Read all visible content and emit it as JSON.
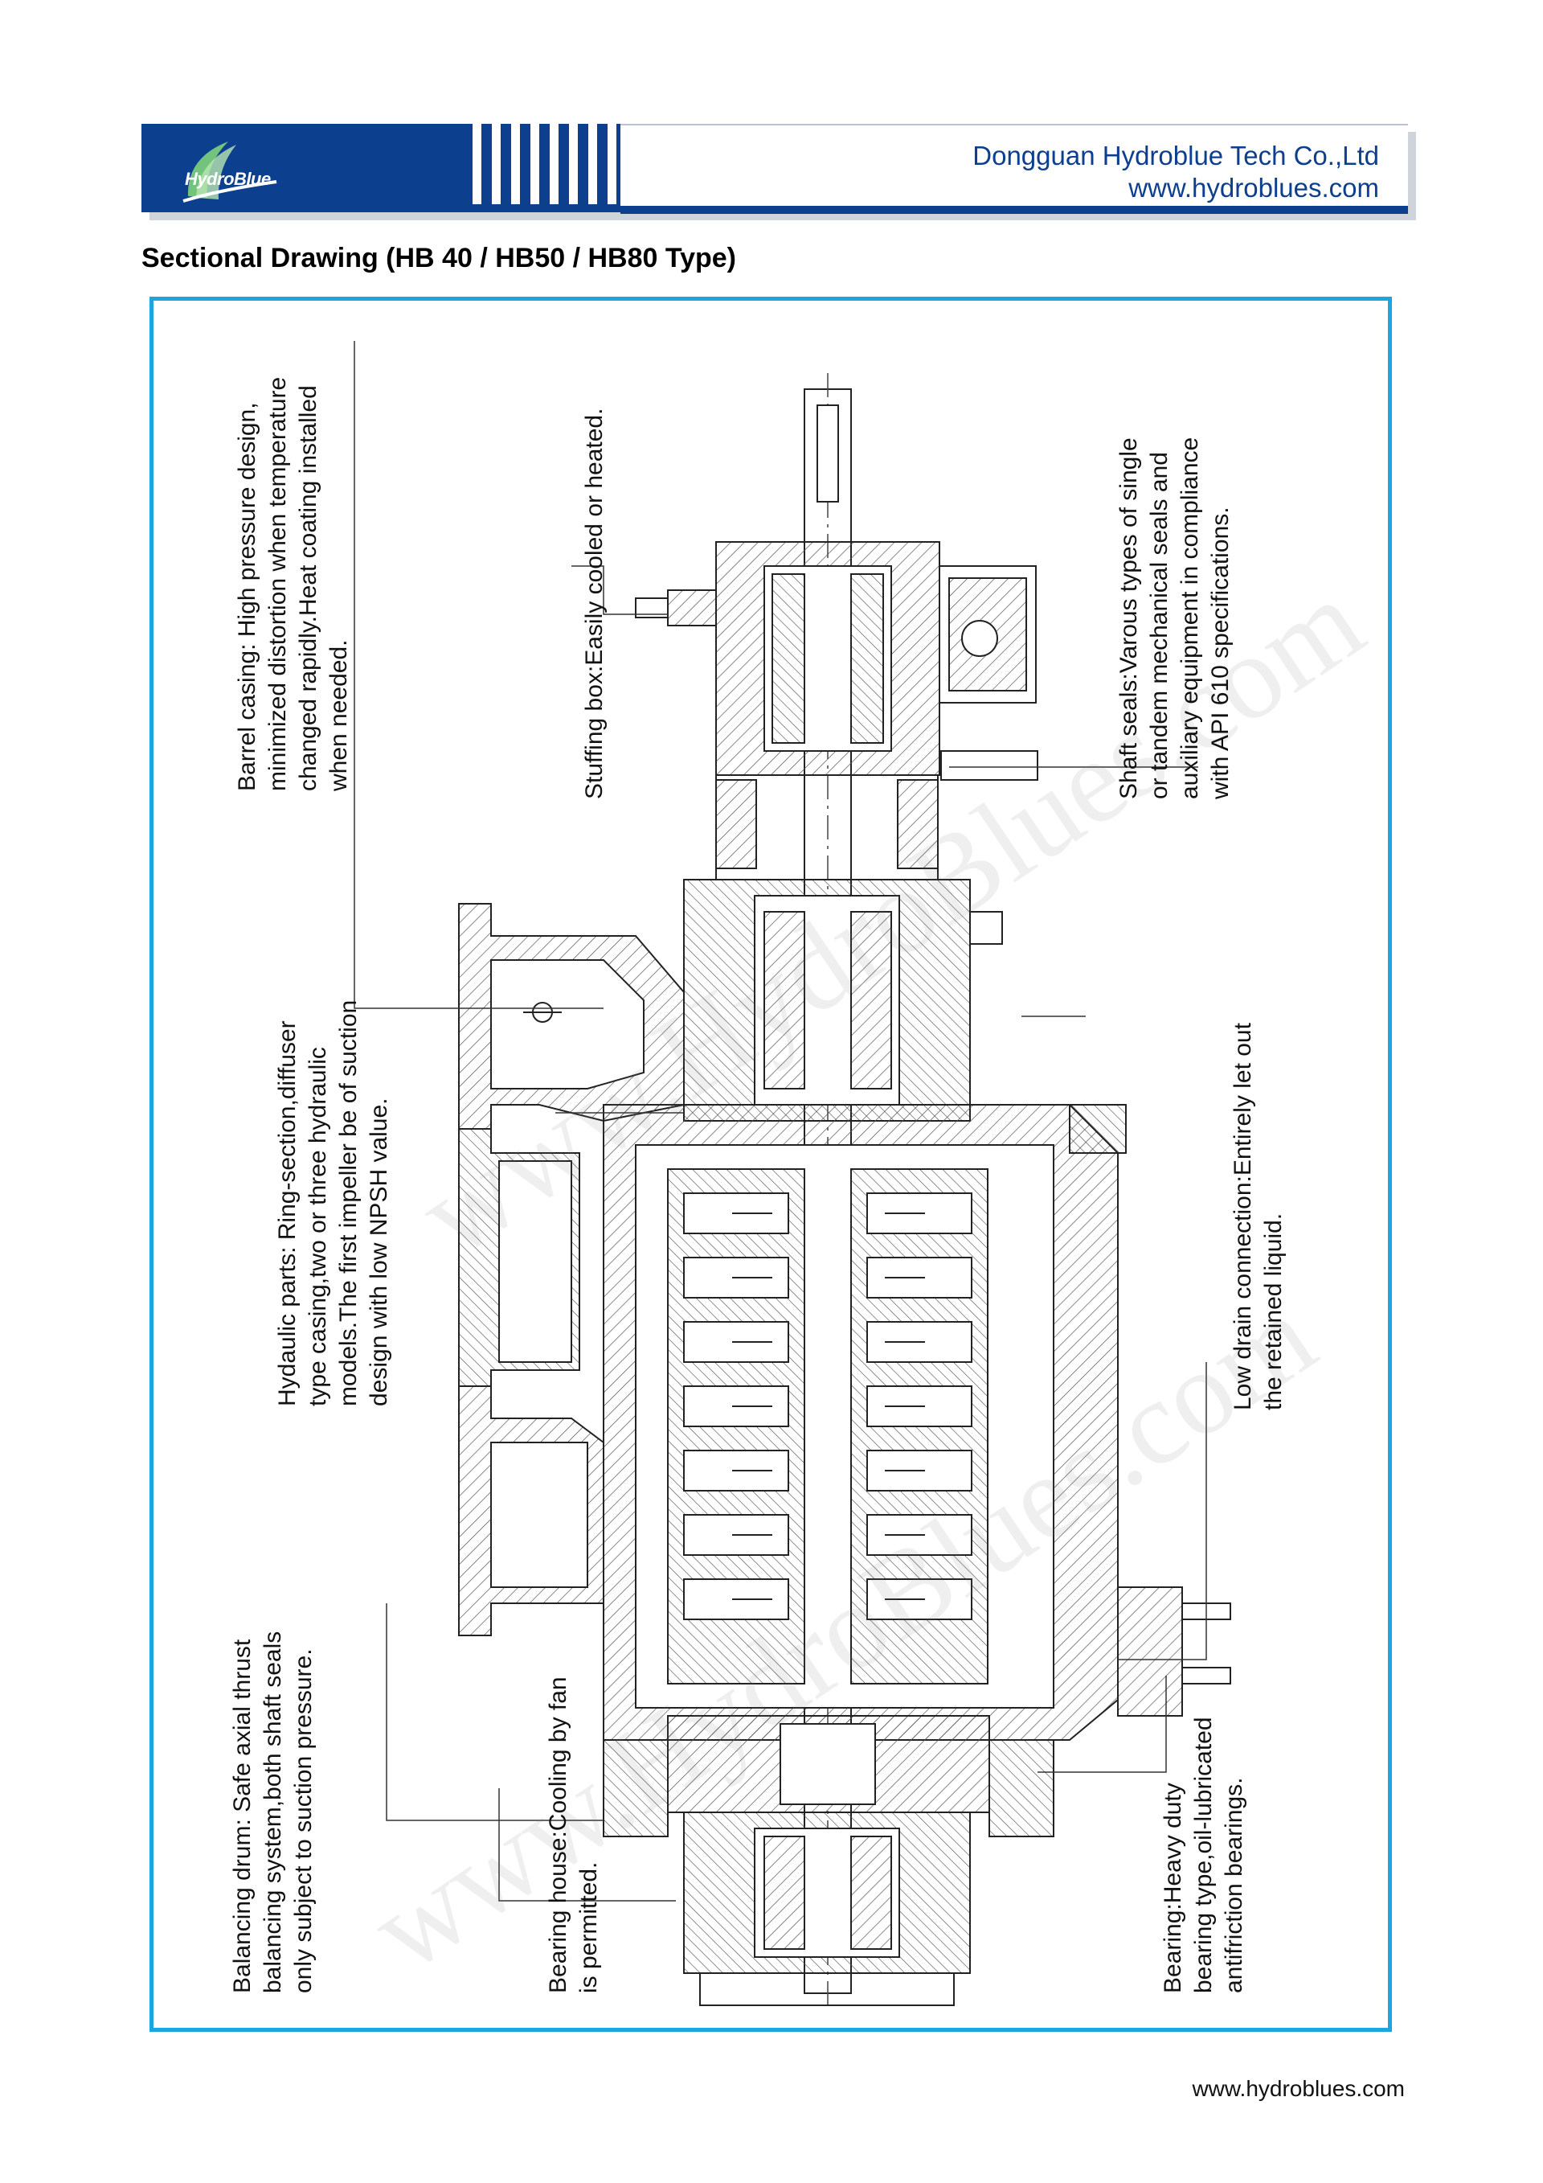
{
  "header": {
    "logo_text": "HydroBlue",
    "company_name": "Dongguan Hydroblue Tech Co.,Ltd",
    "company_url": "www.hydroblues.com"
  },
  "title": "Sectional Drawing (HB 40 / HB50 / HB80 Type)",
  "notes": {
    "barrel_casing": "Barrel casing: High pressure design,\nminimized distortion when temperature\nchanged rapidly.Heat coating installed\nwhen needed.",
    "stuffing_box": "Stuffing box:Easily cooled or heated.",
    "shaft_seals": "Shaft seals:Varous types of single\nor tandem mechanical seals and\nauxiliary equipment in compliance\nwith API 610 specifications.",
    "hydraulic_parts": "Hydaulic parts: Ring-section,diffuser\ntype casing,two or three hydraulic\nmodels.The first impeller be of suction\ndesign with low NPSH value.",
    "low_drain": "Low drain connection:Entirely let out\nthe retained liquid.",
    "balancing_drum": "Balancing drum: Safe axial thrust\nbalancing system,both shaft seals\nonly subject to suction pressure.",
    "bearing_house": "Bearing house:Cooling by fan\nis permitted.",
    "bearing": "Bearing:Heavy duty\nbearing type,oil-lubricated\nantifriction bearings."
  },
  "watermark": "www.HydroBlues.com",
  "footer": "www.hydroblues.com",
  "colors": {
    "brand_blue": "#0d3f8f",
    "frame_blue": "#1ea5e1"
  }
}
